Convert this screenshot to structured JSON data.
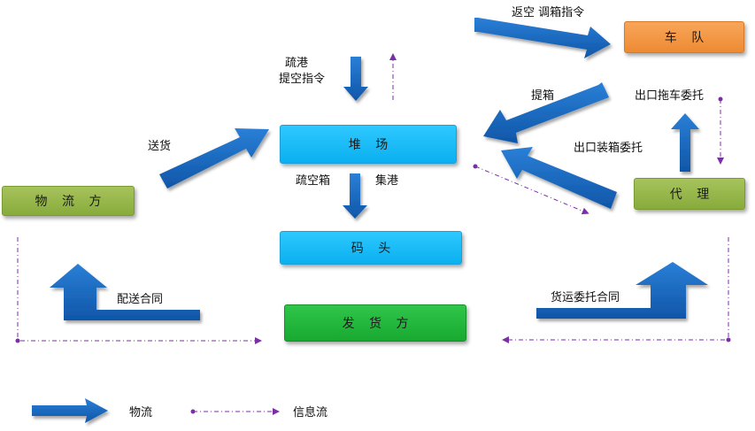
{
  "nodes": {
    "fleet": "车 队",
    "yard": "堆 场",
    "logistics": "物 流 方",
    "terminal": "码 头",
    "agent": "代 理",
    "shipper": "发 货 方"
  },
  "labels": {
    "return_empty": "返空  调箱指令",
    "evacuate_line1": "疏港",
    "evacuate_line2": "提空指令",
    "pick_box": "提箱",
    "export_tow": "出口拖车委托",
    "deliver": "送货",
    "export_pack": "出口装箱委托",
    "evacuate_empty": "疏空箱",
    "gather_port": "集港",
    "delivery_contract": "配送合同",
    "freight_contract": "货运委托合同"
  },
  "legend": {
    "logistics_flow": "物流",
    "info_flow": "信息流"
  },
  "colors": {
    "arrow_blue": "#1668c1",
    "info_purple": "#7b2fa6"
  }
}
